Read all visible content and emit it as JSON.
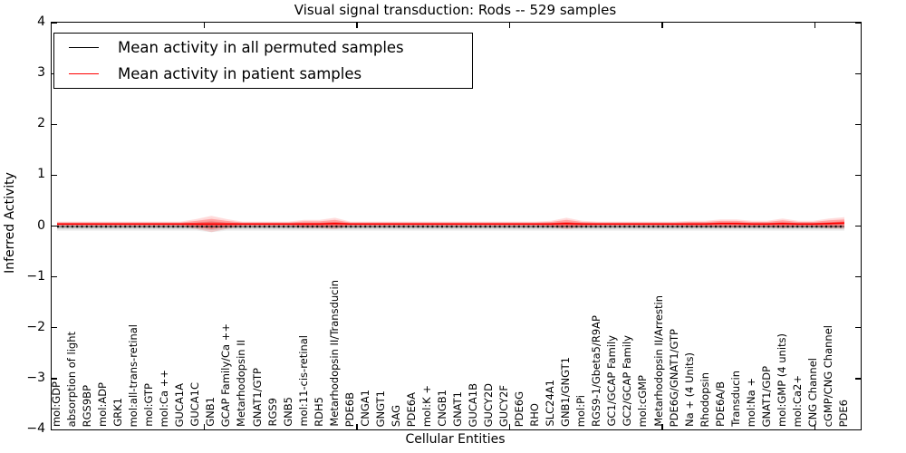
{
  "title": "Visual signal transduction: Rods -- 529 samples",
  "xlabel": "Cellular Entities",
  "ylabel": "Inferred Activity",
  "legend": {
    "items": [
      {
        "label": "Mean activity in all permuted samples",
        "color": "#000000"
      },
      {
        "label": "Mean activity in patient samples",
        "color": "#ff0000"
      }
    ]
  },
  "axis": {
    "ylim": [
      -4,
      4
    ],
    "yticks": [
      4,
      3,
      2,
      1,
      0,
      -1,
      -2,
      -3,
      -4
    ],
    "xlim": [
      0,
      53
    ],
    "xticks": [
      10,
      20,
      30,
      40,
      50
    ]
  },
  "colors": {
    "permuted_line": "#000000",
    "patient_line": "#ff0000",
    "permuted_band": "#9a9a9a",
    "patient_band": "#ff1a1a",
    "frame": "#000000"
  },
  "chart_data": {
    "type": "line",
    "title": "Visual signal transduction: Rods -- 529 samples",
    "xlabel": "Cellular Entities",
    "ylabel": "Inferred Activity",
    "ylim": [
      -4,
      4
    ],
    "grid": false,
    "legend_position": "upper left",
    "categories": [
      "mol:GDP",
      "absorption of light",
      "RGS9BP",
      "mol:ADP",
      "GRK1",
      "mol:all-trans-retinal",
      "mol:GTP",
      "mol:Ca ++",
      "GUCA1A",
      "GUCA1C",
      "GNB1",
      "GCAP Family/Ca ++",
      "Metarhodopsin II",
      "GNAT1/GTP",
      "RGS9",
      "GNB5",
      "mol:11-cis-retinal",
      "RDH5",
      "Metarhodopsin II/Transducin",
      "PDE6B",
      "CNGA1",
      "GNGT1",
      "SAG",
      "PDE6A",
      "mol:K +",
      "CNGB1",
      "GNAT1",
      "GUCA1B",
      "GUCY2D",
      "GUCY2F",
      "PDE6G",
      "RHO",
      "SLC24A1",
      "GNB1/GNGT1",
      "mol:Pi",
      "RGS9-1/Gbeta5/R9AP",
      "GC1/GCAP Family",
      "GC2/GCAP Family",
      "mol:cGMP",
      "Metarhodopsin II/Arrestin",
      "PDE6G/GNAT1/GTP",
      "Na + (4 Units)",
      "Rhodopsin",
      "PDE6A/B",
      "Transducin",
      "mol:Na +",
      "GNAT1/GDP",
      "mol:GMP (4 units)",
      "mol:Ca2+",
      "CNG Channel",
      "cGMP/CNG Channel",
      "PDE6"
    ],
    "series": [
      {
        "name": "Mean activity in all permuted samples",
        "color": "#000000",
        "marker": "square",
        "values": [
          -0.01,
          -0.01,
          -0.01,
          -0.01,
          -0.01,
          -0.01,
          -0.01,
          -0.01,
          -0.01,
          -0.01,
          -0.01,
          -0.01,
          -0.01,
          -0.01,
          -0.01,
          -0.01,
          -0.01,
          -0.01,
          -0.01,
          -0.01,
          -0.01,
          -0.01,
          -0.01,
          -0.01,
          -0.01,
          -0.01,
          -0.01,
          -0.01,
          -0.01,
          -0.01,
          -0.01,
          -0.01,
          -0.01,
          -0.01,
          -0.01,
          -0.01,
          -0.01,
          -0.01,
          -0.01,
          -0.01,
          -0.01,
          -0.01,
          -0.01,
          -0.01,
          -0.01,
          -0.01,
          -0.01,
          -0.01,
          -0.01,
          -0.01,
          -0.01,
          -0.01
        ],
        "spread": [
          0.05,
          0.05,
          0.05,
          0.05,
          0.05,
          0.05,
          0.05,
          0.05,
          0.05,
          0.05,
          0.07,
          0.05,
          0.05,
          0.05,
          0.05,
          0.05,
          0.05,
          0.05,
          0.05,
          0.05,
          0.05,
          0.05,
          0.05,
          0.05,
          0.05,
          0.05,
          0.05,
          0.05,
          0.05,
          0.05,
          0.05,
          0.05,
          0.05,
          0.05,
          0.05,
          0.05,
          0.05,
          0.05,
          0.05,
          0.05,
          0.05,
          0.05,
          0.05,
          0.05,
          0.05,
          0.05,
          0.05,
          0.05,
          0.05,
          0.05,
          0.05,
          0.05
        ]
      },
      {
        "name": "Mean activity in patient samples",
        "color": "#ff0000",
        "marker": "none",
        "values": [
          0.04,
          0.04,
          0.04,
          0.04,
          0.04,
          0.04,
          0.04,
          0.04,
          0.04,
          0.04,
          0.04,
          0.04,
          0.04,
          0.04,
          0.04,
          0.04,
          0.04,
          0.04,
          0.05,
          0.04,
          0.04,
          0.04,
          0.04,
          0.04,
          0.04,
          0.04,
          0.04,
          0.04,
          0.04,
          0.04,
          0.04,
          0.04,
          0.04,
          0.05,
          0.04,
          0.04,
          0.04,
          0.04,
          0.04,
          0.04,
          0.04,
          0.04,
          0.04,
          0.05,
          0.05,
          0.04,
          0.04,
          0.05,
          0.04,
          0.04,
          0.05,
          0.06
        ],
        "spread": [
          0.03,
          0.03,
          0.03,
          0.03,
          0.03,
          0.03,
          0.03,
          0.03,
          0.03,
          0.06,
          0.1,
          0.06,
          0.03,
          0.03,
          0.03,
          0.03,
          0.05,
          0.05,
          0.07,
          0.03,
          0.03,
          0.03,
          0.03,
          0.03,
          0.03,
          0.03,
          0.03,
          0.03,
          0.03,
          0.03,
          0.03,
          0.03,
          0.04,
          0.07,
          0.04,
          0.03,
          0.03,
          0.03,
          0.03,
          0.03,
          0.03,
          0.04,
          0.04,
          0.05,
          0.05,
          0.04,
          0.04,
          0.06,
          0.04,
          0.04,
          0.06,
          0.07
        ]
      }
    ]
  }
}
